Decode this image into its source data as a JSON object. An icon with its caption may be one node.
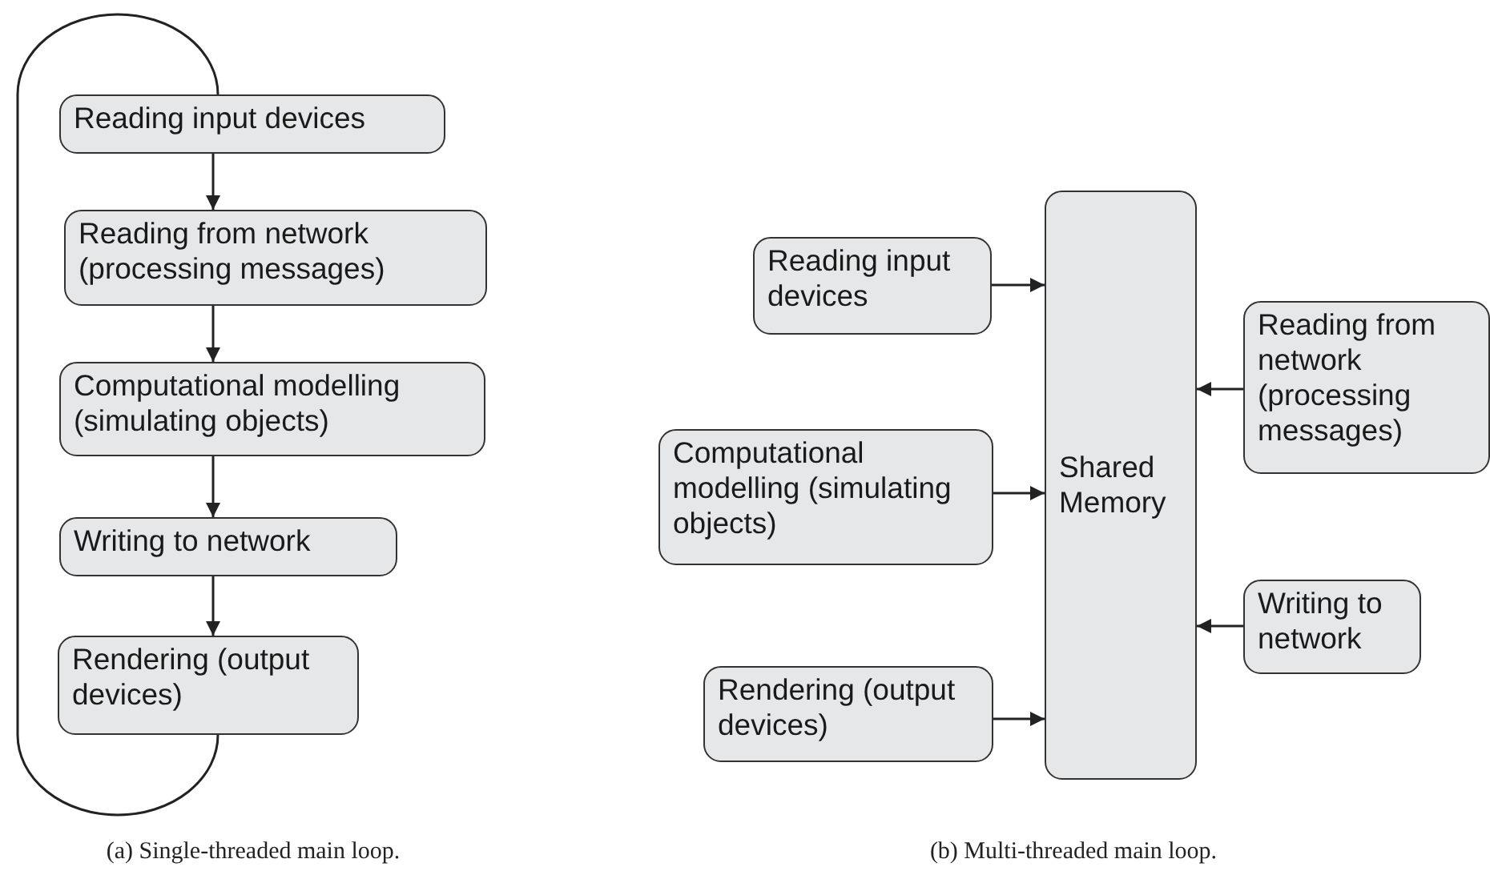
{
  "diagram": {
    "nodes": [
      {
        "text": [
          "Reading input devices"
        ]
      },
      {
        "text": [
          "Reading from network (processing messages)"
        ]
      },
      {
        "text": [
          "Computational modelling (simulating objects)"
        ]
      },
      {
        "text": [
          "Writing to network"
        ]
      },
      {
        "text": [
          "Rendering (output devices)"
        ]
      },
      {
        "text": [
          "Reading input devices"
        ]
      },
      {
        "text": [
          "Shared Memory"
        ]
      },
      {
        "text": [
          "Reading from network (processing messages)"
        ]
      },
      {
        "text": [
          "Computational modelling (simulating objects)"
        ]
      },
      {
        "text": [
          "Writing to network"
        ]
      },
      {
        "text": [
          "Rendering (output devices)"
        ]
      }
    ],
    "edges": [
      {
        "from": 0,
        "to": 1,
        "arrow": "to"
      },
      {
        "from": 1,
        "to": 2,
        "arrow": "to"
      },
      {
        "from": 2,
        "to": 3,
        "arrow": "to"
      },
      {
        "from": 3,
        "to": 4,
        "arrow": "to"
      },
      {
        "from": 4,
        "to": 0,
        "arrow": "none"
      },
      {
        "from": 5,
        "to": 6,
        "arrow": "to"
      },
      {
        "from": 7,
        "to": 6,
        "arrow": "to"
      },
      {
        "from": 8,
        "to": 6,
        "arrow": "to"
      },
      {
        "from": 9,
        "to": 6,
        "arrow": "to"
      },
      {
        "from": 10,
        "to": 6,
        "arrow": "to"
      }
    ],
    "labels": [
      "(a) Single-threaded main loop.",
      "(b) Multi-threaded main loop."
    ]
  }
}
